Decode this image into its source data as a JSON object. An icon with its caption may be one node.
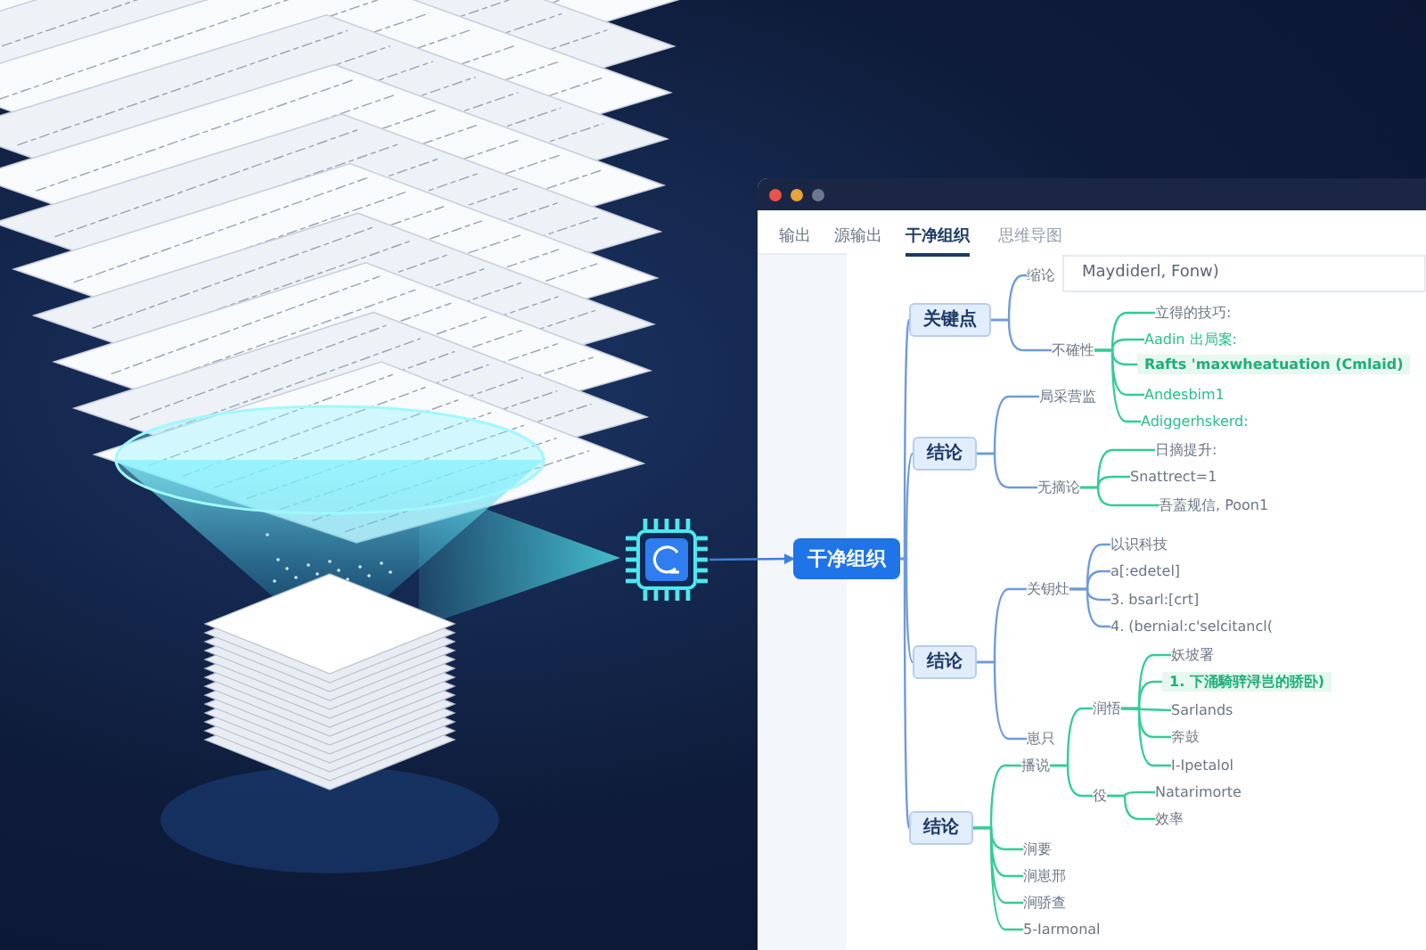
{
  "diagram": {
    "nodes": [
      {
        "text": [],
        "shape": "picture"
      },
      {
        "text": [
          "干净组织"
        ]
      },
      {
        "text": [
          "关键点"
        ]
      },
      {
        "text": [
          "结论"
        ]
      },
      {
        "text": [
          "结论"
        ]
      },
      {
        "text": [
          "结论"
        ]
      },
      {
        "text": [
          "缩论"
        ]
      },
      {
        "text": [
          "不確性"
        ]
      },
      {
        "text": [
          "立得的技巧:"
        ]
      },
      {
        "text": [
          "Aadin 出局案:"
        ]
      },
      {
        "text": [
          "Rafts 'maxwheatuation (Cmlaid)"
        ]
      },
      {
        "text": [
          "Andesbim1"
        ]
      },
      {
        "text": [
          "Adiggerhskerd:"
        ]
      },
      {
        "text": [
          "局采营监"
        ]
      },
      {
        "text": [
          "无摘论"
        ]
      },
      {
        "text": [
          "日摘提升:"
        ]
      },
      {
        "text": [
          "Snattrect=1"
        ]
      },
      {
        "text": [
          "吾蓋规信, Poon1"
        ]
      },
      {
        "text": [
          "关钥灶"
        ]
      },
      {
        "text": [
          "崽只"
        ]
      },
      {
        "text": [
          "以识科技"
        ]
      },
      {
        "text": [
          "a[:edetel]"
        ]
      },
      {
        "text": [
          "3. bsarl:[crt]"
        ]
      },
      {
        "text": [
          "4. (bernial:c'selcitancl("
        ]
      },
      {
        "text": [
          "润悟"
        ]
      },
      {
        "text": [
          "妖坡署"
        ]
      },
      {
        "text": [
          "1. 下涌騎骍浔岂的骄卧)"
        ]
      },
      {
        "text": [
          "Sarlands"
        ]
      },
      {
        "text": [
          "奔鼓"
        ]
      },
      {
        "text": [
          "I-Ipetalol"
        ]
      },
      {
        "text": [
          "播说"
        ]
      },
      {
        "text": [
          "涧要"
        ]
      },
      {
        "text": [
          "涧崽邢"
        ]
      },
      {
        "text": [
          "涧骄查"
        ]
      },
      {
        "text": [
          "5-Iarmonal"
        ]
      },
      {
        "text": [
          "役"
        ]
      },
      {
        "text": [
          "Natarimorte"
        ]
      },
      {
        "text": [
          "效率"
        ]
      },
      {
        "text": [
          "Maydiderl, Fonw)"
        ]
      }
    ],
    "edges": [
      {
        "from": 0,
        "to": 1,
        "arrow": "to",
        "color": "#3b7fe0"
      },
      {
        "from": 1,
        "to": 2,
        "arrow": "none",
        "color": "#6f9bd8"
      },
      {
        "from": 1,
        "to": 3,
        "arrow": "none",
        "color": "#6f9bd8"
      },
      {
        "from": 1,
        "to": 4,
        "arrow": "none",
        "color": "#6f9bd8"
      },
      {
        "from": 1,
        "to": 5,
        "arrow": "none",
        "color": "#6f9bd8"
      },
      {
        "from": 2,
        "to": 6,
        "arrow": "none",
        "color": "#6f9bd8"
      },
      {
        "from": 2,
        "to": 7,
        "arrow": "none",
        "color": "#6f9bd8"
      },
      {
        "from": 7,
        "to": 8,
        "arrow": "none"
      },
      {
        "from": 7,
        "to": 9,
        "arrow": "none"
      },
      {
        "from": 7,
        "to": 10,
        "arrow": "none"
      },
      {
        "from": 7,
        "to": 11,
        "arrow": "none"
      },
      {
        "from": 7,
        "to": 12,
        "arrow": "none"
      },
      {
        "from": 3,
        "to": 13,
        "arrow": "none",
        "color": "#6f9bd8"
      },
      {
        "from": 3,
        "to": 14,
        "arrow": "none",
        "color": "#6f9bd8"
      },
      {
        "from": 14,
        "to": 15,
        "arrow": "none"
      },
      {
        "from": 14,
        "to": 16,
        "arrow": "none"
      },
      {
        "from": 14,
        "to": 17,
        "arrow": "none"
      },
      {
        "from": 4,
        "to": 18,
        "arrow": "none",
        "color": "#6f9bd8"
      },
      {
        "from": 4,
        "to": 19,
        "arrow": "none",
        "color": "#6f9bd8"
      },
      {
        "from": 18,
        "to": 20,
        "arrow": "none",
        "color": "#6f9bd8"
      },
      {
        "from": 18,
        "to": 21,
        "arrow": "none",
        "color": "#6f9bd8"
      },
      {
        "from": 18,
        "to": 22,
        "arrow": "none",
        "color": "#6f9bd8"
      },
      {
        "from": 18,
        "to": 23,
        "arrow": "none",
        "color": "#6f9bd8"
      },
      {
        "from": 30,
        "to": 24,
        "arrow": "none"
      },
      {
        "from": 24,
        "to": 25,
        "arrow": "none"
      },
      {
        "from": 24,
        "to": 26,
        "arrow": "none"
      },
      {
        "from": 24,
        "to": 27,
        "arrow": "none"
      },
      {
        "from": 24,
        "to": 28,
        "arrow": "none"
      },
      {
        "from": 24,
        "to": 29,
        "arrow": "none"
      },
      {
        "from": 5,
        "to": 30,
        "arrow": "none"
      },
      {
        "from": 5,
        "to": 31,
        "arrow": "none"
      },
      {
        "from": 5,
        "to": 32,
        "arrow": "none"
      },
      {
        "from": 5,
        "to": 33,
        "arrow": "none"
      },
      {
        "from": 5,
        "to": 34,
        "arrow": "none"
      },
      {
        "from": 30,
        "to": 35,
        "arrow": "none"
      },
      {
        "from": 35,
        "to": 36,
        "arrow": "none"
      },
      {
        "from": 35,
        "to": 37,
        "arrow": "none"
      }
    ],
    "labels": [
      "输出",
      "源输出",
      "干净组织",
      "思维导图"
    ]
  }
}
